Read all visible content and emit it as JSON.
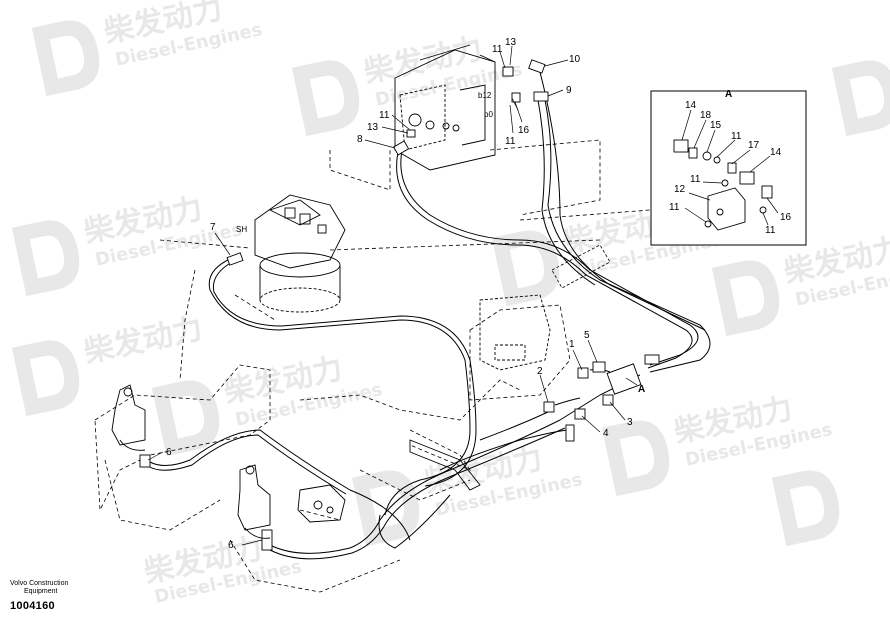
{
  "watermark": {
    "brand_cn": "柴发动力",
    "brand_en": "Diesel-Engines",
    "color": "#e6e6e6"
  },
  "detail_box": {
    "label": "A",
    "callouts": [
      "14",
      "18",
      "15",
      "11",
      "17",
      "14",
      "11",
      "12",
      "11",
      "16",
      "11"
    ]
  },
  "callouts_main": {
    "c1": "1",
    "c2": "2",
    "c3": "3",
    "c4": "4",
    "c5": "5",
    "c6a": "6",
    "c6b": "6",
    "c7": "7",
    "c8": "8",
    "c9": "9",
    "c10": "10",
    "c11a": "11",
    "c11b": "11",
    "c11c": "11",
    "c13a": "13",
    "c13b": "13",
    "c16": "16",
    "cA": "A"
  },
  "port_labels": {
    "sh": "SH",
    "b12": "b12",
    "p0": "p0"
  },
  "footer": {
    "line1": "Volvo Construction",
    "line2": "Equipment",
    "part_number": "1004160"
  },
  "colors": {
    "ink": "#000000",
    "background": "#ffffff"
  }
}
